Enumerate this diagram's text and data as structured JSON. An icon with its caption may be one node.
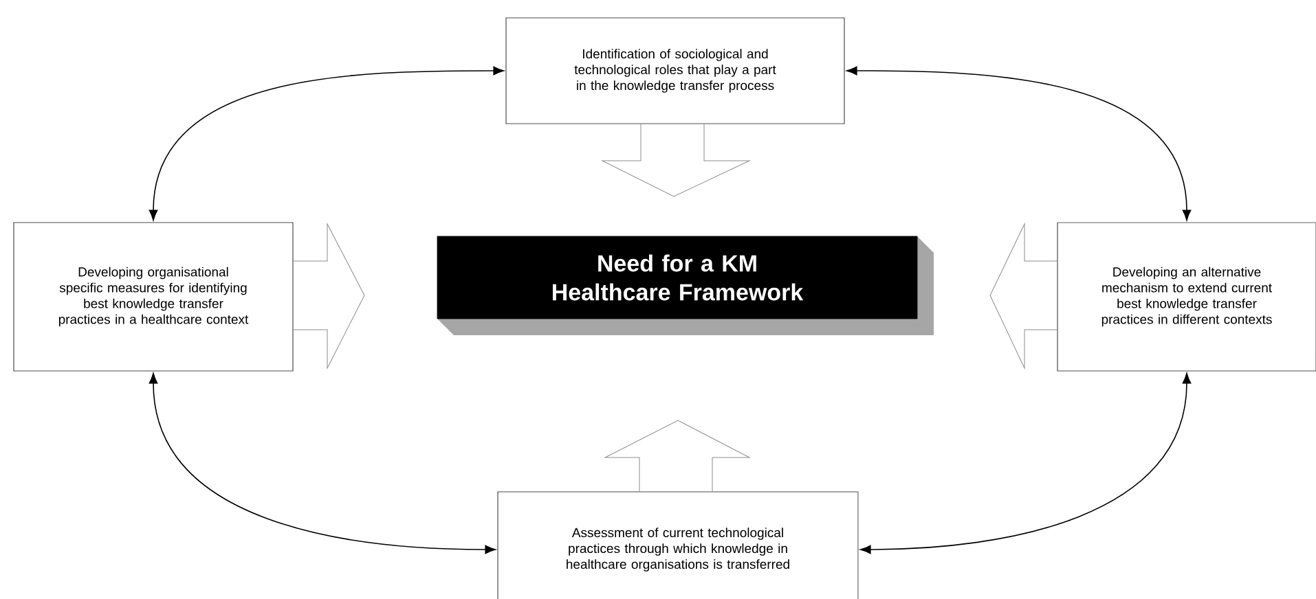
{
  "diagram": {
    "nodes": [
      {
        "text": [
          "Need for a KM Healthcare Framework"
        ]
      },
      {
        "text": [
          "Identification of sociological and technological roles that play a part in the knowledge transfer process"
        ]
      },
      {
        "text": [
          "Developing organisational specific measures for identifying best knowledge transfer practices in a healthcare context"
        ]
      },
      {
        "text": [
          "Developing an alternative mechanism to extend current best knowledge transfer practices in different contexts"
        ]
      },
      {
        "text": [
          "Assessment of current technological practices through which knowledge in healthcare organisations is transferred"
        ]
      }
    ],
    "edges": [
      {
        "from": 1,
        "to": 2,
        "arrow": "both"
      },
      {
        "from": 1,
        "to": 3,
        "arrow": "both"
      },
      {
        "from": 2,
        "to": 4,
        "arrow": "both"
      },
      {
        "from": 3,
        "to": 4,
        "arrow": "both"
      }
    ]
  }
}
